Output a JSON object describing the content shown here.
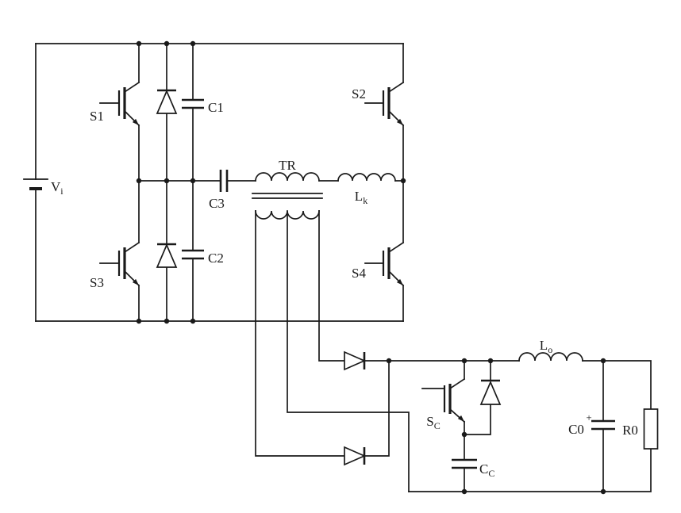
{
  "colors": {
    "ink": "#1a1a1a",
    "bg": "#ffffff"
  },
  "labels": {
    "vi": {
      "main": "V",
      "sub": "i"
    },
    "s1": {
      "main": "S1"
    },
    "s2": {
      "main": "S2"
    },
    "s3": {
      "main": "S3"
    },
    "s4": {
      "main": "S4"
    },
    "c1": {
      "main": "C1"
    },
    "c2": {
      "main": "C2"
    },
    "c3": {
      "main": "C3"
    },
    "tr": {
      "main": "TR"
    },
    "lk": {
      "main": "L",
      "sub": "k"
    },
    "lo": {
      "main": "L",
      "sub": "o"
    },
    "sc": {
      "main": "S",
      "sub": "C"
    },
    "cc": {
      "main": "C",
      "sub": "C"
    },
    "c0": {
      "main": "C0"
    },
    "c0_plus": {
      "main": "+"
    },
    "r0": {
      "main": "R0"
    }
  }
}
